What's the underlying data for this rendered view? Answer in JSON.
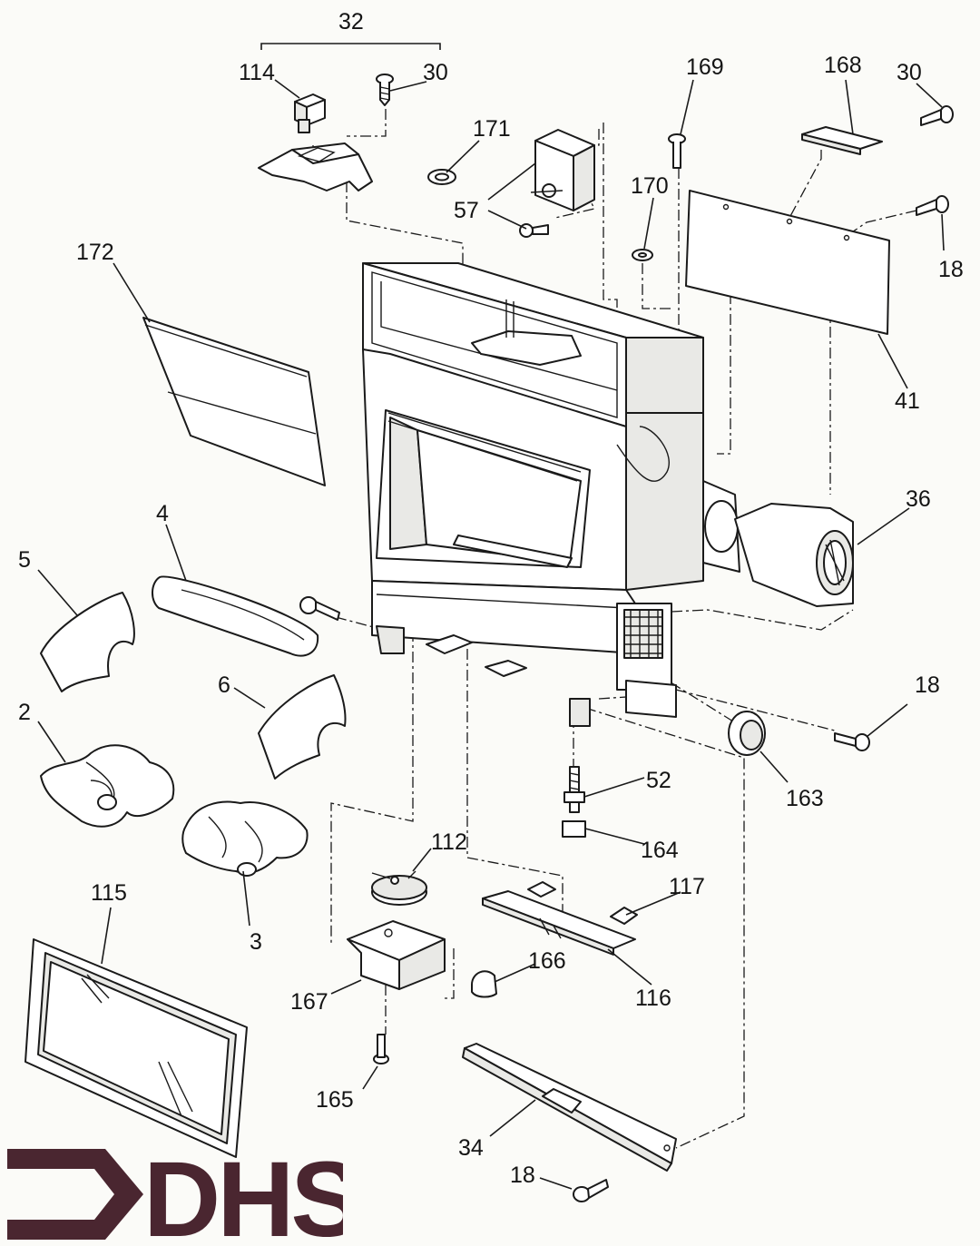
{
  "labels": {
    "p32": "32",
    "p114": "114",
    "p30a": "30",
    "p169": "169",
    "p168": "168",
    "p30b": "30",
    "p171": "171",
    "p57": "57",
    "p170": "170",
    "p18a": "18",
    "p172": "172",
    "p41": "41",
    "p36": "36",
    "p4": "4",
    "p5": "5",
    "p6": "6",
    "p2": "2",
    "p18b": "18",
    "p52": "52",
    "p163": "163",
    "p164": "164",
    "p112": "112",
    "p117": "117",
    "p3": "3",
    "p115": "115",
    "p166": "166",
    "p167": "167",
    "p116": "116",
    "p165": "165",
    "p34": "34",
    "p18c": "18"
  },
  "logo": {
    "text": "DHS",
    "color": "#4a2630"
  }
}
